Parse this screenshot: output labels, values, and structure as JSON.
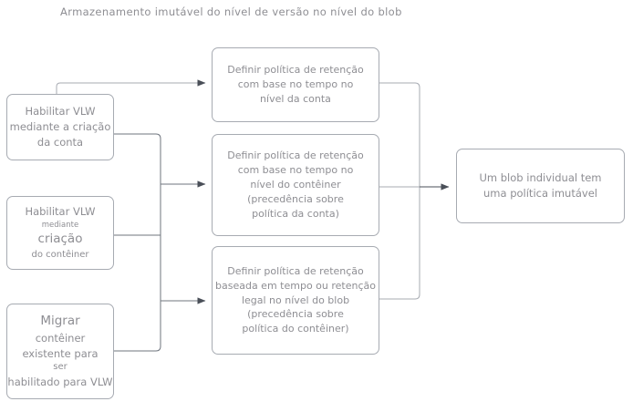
{
  "diagram": {
    "title": "Armazenamento imutável do nível de versão no nível do blob",
    "type": "flowchart",
    "direction": "left-to-right",
    "theme": {
      "background": "#ffffff",
      "node_border": "#a7abb2",
      "node_fill": "#ffffff",
      "text": "#8e8e93",
      "connector_light": "#a7abb2",
      "connector_dark": "#4a4f58"
    },
    "nodes": {
      "account": {
        "id": "enable-vlw-account",
        "lines": [
          "Habilitar VLW",
          "mediante a criação",
          "da conta"
        ]
      },
      "container": {
        "id": "enable-vlw-container",
        "lines": [
          "Habilitar VLW",
          "mediante",
          "criação",
          "do contêiner"
        ]
      },
      "migrate": {
        "id": "migrate-existing-container",
        "lines": [
          "Migrar",
          "contêiner",
          "existente para",
          "ser",
          "habilitado para VLW"
        ]
      },
      "policy_account": {
        "id": "set-account-level-policy",
        "lines": [
          "Definir política de retenção",
          "com base no tempo no",
          "nível da conta"
        ]
      },
      "policy_container": {
        "id": "set-container-level-policy",
        "lines": [
          "Definir política de retenção",
          "com base no tempo no",
          "nível do contêiner",
          "(precedência sobre",
          "política da conta)"
        ]
      },
      "policy_blob": {
        "id": "set-blob-level-policy",
        "lines": [
          "Definir política de retenção",
          "baseada em tempo ou retenção",
          "legal no nível do blob",
          "(precedência sobre",
          "política do contêiner)"
        ]
      },
      "result": {
        "id": "blob-has-immutable-policy",
        "lines": [
          "Um blob individual tem",
          "uma política imutável"
        ]
      }
    },
    "edges": [
      {
        "from": "account",
        "to": "policy_account",
        "arrow": true
      },
      {
        "from": "account",
        "to": "policy_container",
        "arrow": true
      },
      {
        "from": "container",
        "to": "policy_container",
        "arrow": true
      },
      {
        "from": "container",
        "to": "policy_blob",
        "arrow": true
      },
      {
        "from": "migrate",
        "to": "policy_blob",
        "arrow": true
      },
      {
        "from": "policy_account",
        "to": "result",
        "arrow": true
      },
      {
        "from": "policy_container",
        "to": "result",
        "arrow": true
      },
      {
        "from": "policy_blob",
        "to": "result",
        "arrow": true
      }
    ]
  }
}
